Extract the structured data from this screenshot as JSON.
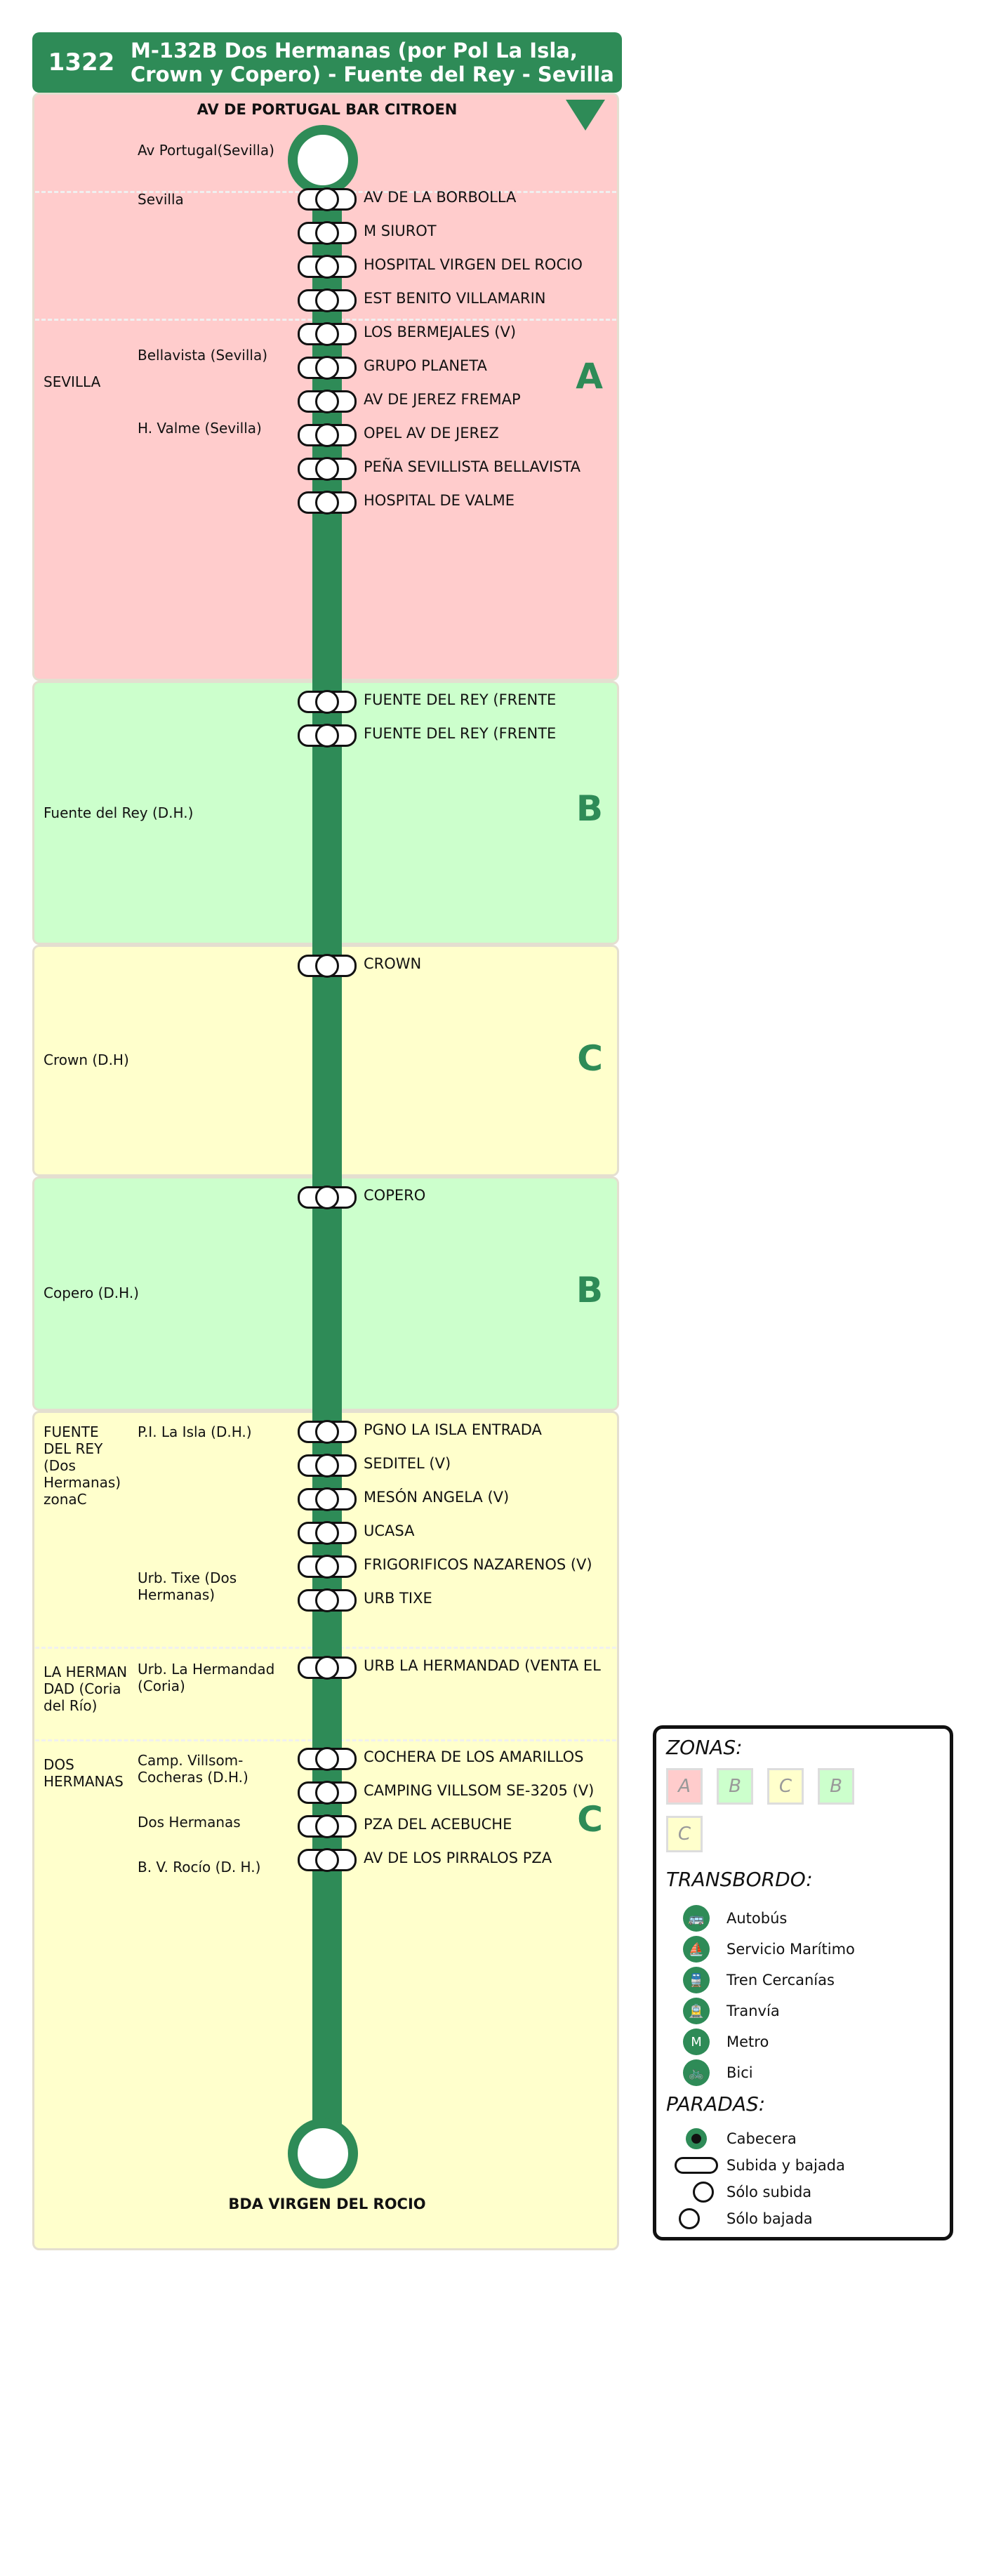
{
  "header": {
    "code": "1322",
    "title_line1": "M-132B Dos Hermanas (por Pol La Isla,",
    "title_line2": "Crown y Copero) - Fuente del Rey - Sevilla"
  },
  "colors": {
    "green": "#2e8b57",
    "zoneA": "#ffcccc",
    "zoneB": "#ccffcc",
    "zoneC": "#ffffcc"
  },
  "terminals": {
    "start": "AV DE PORTUGAL BAR CITROEN",
    "end": "BDA VIRGEN DEL ROCIO"
  },
  "zones": [
    {
      "letter": "A",
      "color": "zoneA"
    },
    {
      "letter": "B",
      "color": "zoneB"
    },
    {
      "letter": "C",
      "color": "zoneC"
    },
    {
      "letter": "B",
      "color": "zoneB"
    },
    {
      "letter": "C",
      "color": "zoneC"
    }
  ],
  "stops": [
    "AV DE LA BORBOLLA",
    "M SIUROT",
    "HOSPITAL VIRGEN DEL ROCIO",
    "EST BENITO VILLAMARIN",
    "LOS BERMEJALES (V)",
    "GRUPO PLANETA",
    "AV DE JEREZ FREMAP",
    "OPEL AV DE JEREZ",
    "PEÑA SEVILLISTA BELLAVISTA",
    "HOSPITAL DE VALME",
    "FUENTE DEL REY (FRENTE",
    "FUENTE DEL REY (FRENTE",
    "CROWN",
    "COPERO",
    "PGNO LA ISLA ENTRADA",
    "SEDITEL (V)",
    "MESÓN ANGELA (V)",
    "UCASA",
    "FRIGORIFICOS NAZARENOS (V)",
    "URB TIXE",
    "URB LA HERMANDAD (VENTA EL",
    "COCHERA DE LOS AMARILLOS",
    "CAMPING VILLSOM SE-3205 (V)",
    "PZA DEL ACEBUCHE",
    "AV DE LOS PIRRALOS PZA"
  ],
  "municipalities": [
    "SEVILLA",
    "Fuente del Rey (D.H.)",
    "Crown (D.H)",
    "Copero (D.H.)",
    "FUENTE DEL REY (Dos Hermanas) zonaC",
    "LA HERMANDAD (Coria del Río)",
    "DOS HERMANAS"
  ],
  "localities": [
    "Av Portugal(Sevilla)",
    "Sevilla",
    "Bellavista (Sevilla)",
    "H. Valme (Sevilla)",
    "P.I. La Isla (D.H.)",
    "Urb. Tixe (Dos Hermanas)",
    "Urb. La Hermandad (Coria)",
    "Camp. Villsom-Cocheras (D.H.)",
    "Dos Hermanas",
    "B. V. Rocío (D. H.)"
  ],
  "legend": {
    "zones_title": "ZONAS:",
    "zone_chips": [
      "A",
      "B",
      "C",
      "B",
      "C"
    ],
    "transfer_title": "TRANSBORDO:",
    "transfers": [
      {
        "label": "Autobús",
        "icon": "bus-icon"
      },
      {
        "label": "Servicio Marítimo",
        "icon": "boat-icon"
      },
      {
        "label": "Tren Cercanías",
        "icon": "train-icon"
      },
      {
        "label": "Tranvía",
        "icon": "tram-icon"
      },
      {
        "label": "Metro",
        "icon": "metro-icon"
      },
      {
        "label": "Bici",
        "icon": "bike-icon"
      }
    ],
    "stops_title": "PARADAS:",
    "stop_types": [
      "Cabecera",
      "Subida y bajada",
      "Sólo subida",
      "Sólo bajada"
    ]
  }
}
